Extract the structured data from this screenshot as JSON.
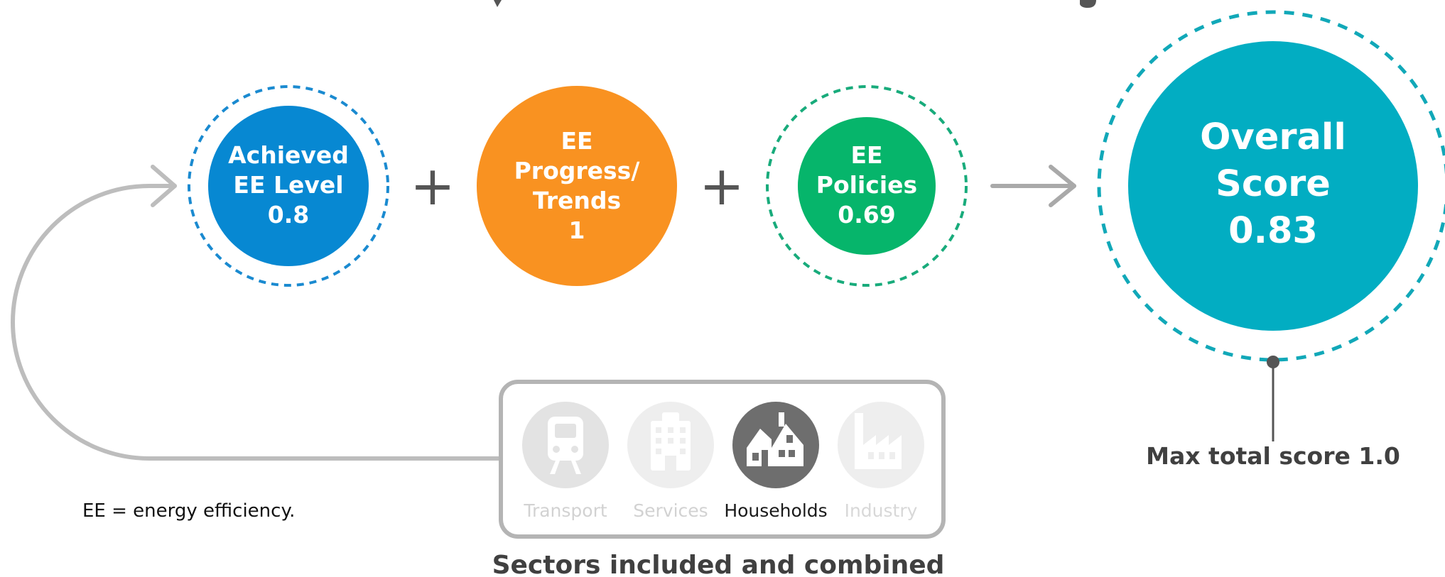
{
  "nodes": {
    "achieved": {
      "line1": "Achieved",
      "line2": "EE Level",
      "value": "0.8",
      "color": "#0788d2"
    },
    "progress": {
      "line1": "EE",
      "line2": "Progress/",
      "line3": "Trends",
      "value": "1",
      "color": "#f99221"
    },
    "policies": {
      "line1": "EE",
      "line2": "Policies",
      "value": "0.69",
      "color": "#06b56b"
    },
    "overall": {
      "line1": "Overall",
      "line2": "Score",
      "value": "0.83",
      "color": "#02adc2"
    }
  },
  "operators": {
    "plus": "+"
  },
  "max_score_label": "Max total score 1.0",
  "sectors": {
    "caption": "Sectors included and combined",
    "items": [
      {
        "label": "Transport",
        "icon": "train-icon",
        "active": false
      },
      {
        "label": "Services",
        "icon": "building-icon",
        "active": false
      },
      {
        "label": "Households",
        "icon": "house-icon",
        "active": true
      },
      {
        "label": "Industry",
        "icon": "factory-icon",
        "active": false
      }
    ]
  },
  "footnote": "EE = energy efficiency.",
  "colors": {
    "dash_blue": "#1a8ad0",
    "dash_green": "#18ab7b",
    "dash_teal": "#11a8b8",
    "arrow_gray": "#a9a9a9",
    "active_icon": "#6e6e6e",
    "inactive_icon": "#e3e3e3",
    "dark_text": "#404040"
  }
}
